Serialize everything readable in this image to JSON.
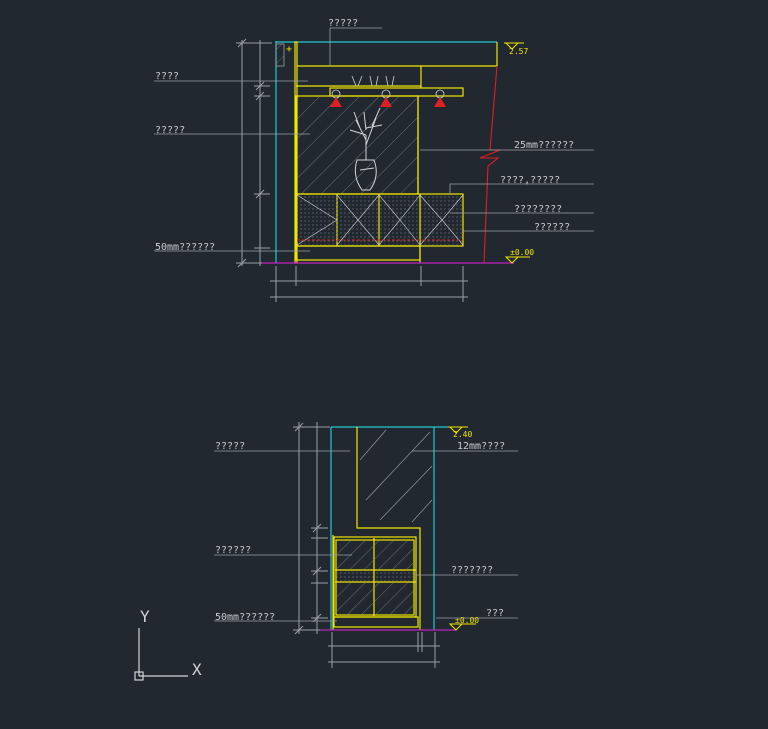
{
  "drawing_top": {
    "labels": {
      "top_callout": "?????",
      "left_1": "????",
      "left_2": "?????",
      "left_3": "50mm??????",
      "right_1": "25mm??????",
      "right_2": "????,?????",
      "right_3": "????????",
      "right_4": "??????"
    },
    "elevation_top": "2.57",
    "elevation_floor": "±0.00"
  },
  "drawing_bottom": {
    "labels": {
      "left_1": "?????",
      "left_2": "??????",
      "left_3": "50mm??????",
      "right_1": "12mm????",
      "right_2": "???????",
      "right_3": "???"
    },
    "elevation_top": "2.40",
    "elevation_floor": "±0.00"
  },
  "ucs": {
    "x_label": "X",
    "y_label": "Y"
  },
  "colors": {
    "background": "#212830",
    "structure": "#f2e600",
    "wall": "#22c8d0",
    "leader": "#9aa0a6",
    "floor": "#c020c0",
    "lamp": "#e02020",
    "break_line": "#e02020",
    "text": "#c8ccd0"
  }
}
